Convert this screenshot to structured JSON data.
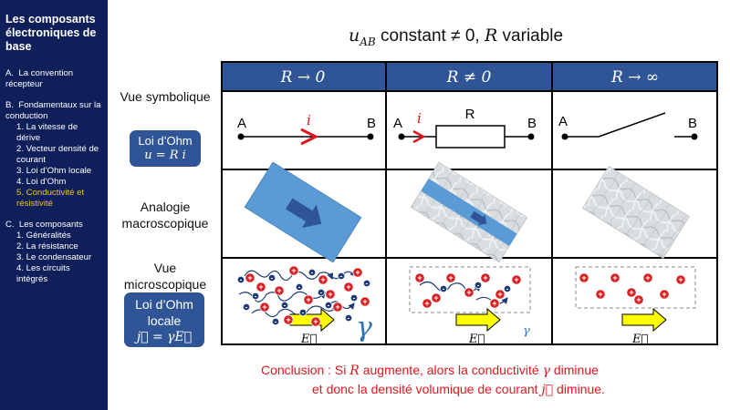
{
  "sidebar": {
    "title": "Les composants électroniques de base",
    "sections": [
      {
        "label": "A.  La convention récepteur",
        "items": []
      },
      {
        "label": "B.  Fondamentaux sur la conduction",
        "items": [
          {
            "label": "1. La vitesse de dérive",
            "active": false
          },
          {
            "label": "2. Vecteur densité de courant",
            "active": false
          },
          {
            "label": "3. Loi d’Ohm locale",
            "active": false
          },
          {
            "label": "4. Loi d’Ohm",
            "active": false
          },
          {
            "label": "5. Conductivité et résistivité",
            "active": true
          }
        ]
      },
      {
        "label": "C.  Les composants",
        "items": [
          {
            "label": "1. Généralités",
            "active": false
          },
          {
            "label": "2. La résistance",
            "active": false
          },
          {
            "label": "3. Le condensateur",
            "active": false
          },
          {
            "label": "4. Les circuits intégrés",
            "active": false
          }
        ]
      }
    ]
  },
  "title": {
    "u": "u",
    "sub": "AB",
    "text1": "constant ≠ 0,",
    "R": "R",
    "text2": "variable"
  },
  "table": {
    "headers": [
      "R → 0",
      "R ≠ 0",
      "R → ∞"
    ],
    "row_labels": {
      "symbolic": "Vue symbolique",
      "macro": "Analogie macroscopique",
      "micro": "Vue microscopique"
    }
  },
  "ohm_box": {
    "title": "Loi d’Ohm",
    "formula": "u = R i"
  },
  "ohm_local_box": {
    "title": "Loi d’Ohm locale",
    "formula": "j⃗ = γE⃗"
  },
  "circuit": {
    "node_a": "A",
    "node_b": "B",
    "current": "i",
    "resistor": "R"
  },
  "micro": {
    "field": "E⃗",
    "gamma": "γ",
    "plus": "+",
    "minus": "-"
  },
  "conclusion": {
    "l1_a": "Conclusion : Si",
    "l1_R": "R",
    "l1_b": "augmente, alors la conductivité",
    "l1_g": "γ",
    "l1_c": "diminue",
    "l2_a": "et donc la densité volumique de courant",
    "l2_j": "j⃗",
    "l2_b": "diminue."
  },
  "colors": {
    "sidebar": "#0f1f5a",
    "header": "#2f5597",
    "highlight": "#f2c31c",
    "red": "#e0171f",
    "navy": "#1f3c7a",
    "yellow": "#ffff00"
  }
}
